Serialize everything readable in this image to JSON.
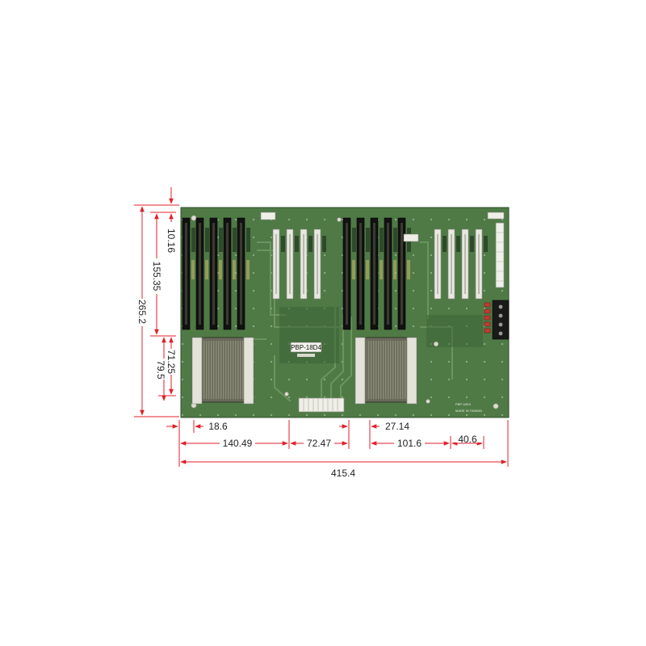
{
  "board": {
    "model_label": "PBP-18D4",
    "small_texts": [
      "PBP-18D4",
      "MADE IN TAIWAN"
    ],
    "colors": {
      "pcb": "#4f7a46",
      "pcb_dark": "#3c6236",
      "isa_slot": "#121212",
      "pci_slot": "#e8e8e2",
      "dimension_line": "#e0202a"
    }
  },
  "dimensions": {
    "vertical": [
      {
        "id": "height-total",
        "label": "265.2"
      },
      {
        "id": "top-offset",
        "label": "10.16"
      },
      {
        "id": "slot-length",
        "label": "155.35"
      },
      {
        "id": "lower-a",
        "label": "71.25"
      },
      {
        "id": "lower-b",
        "label": "79.5"
      }
    ],
    "horizontal": [
      {
        "id": "left-offset",
        "label": "18.6"
      },
      {
        "id": "gap-right",
        "label": "27.14"
      },
      {
        "id": "seg-1",
        "label": "140.49"
      },
      {
        "id": "seg-2",
        "label": "72.47"
      },
      {
        "id": "seg-3",
        "label": "101.6"
      },
      {
        "id": "seg-4",
        "label": "40.6"
      },
      {
        "id": "width-total",
        "label": "415.4"
      }
    ]
  }
}
